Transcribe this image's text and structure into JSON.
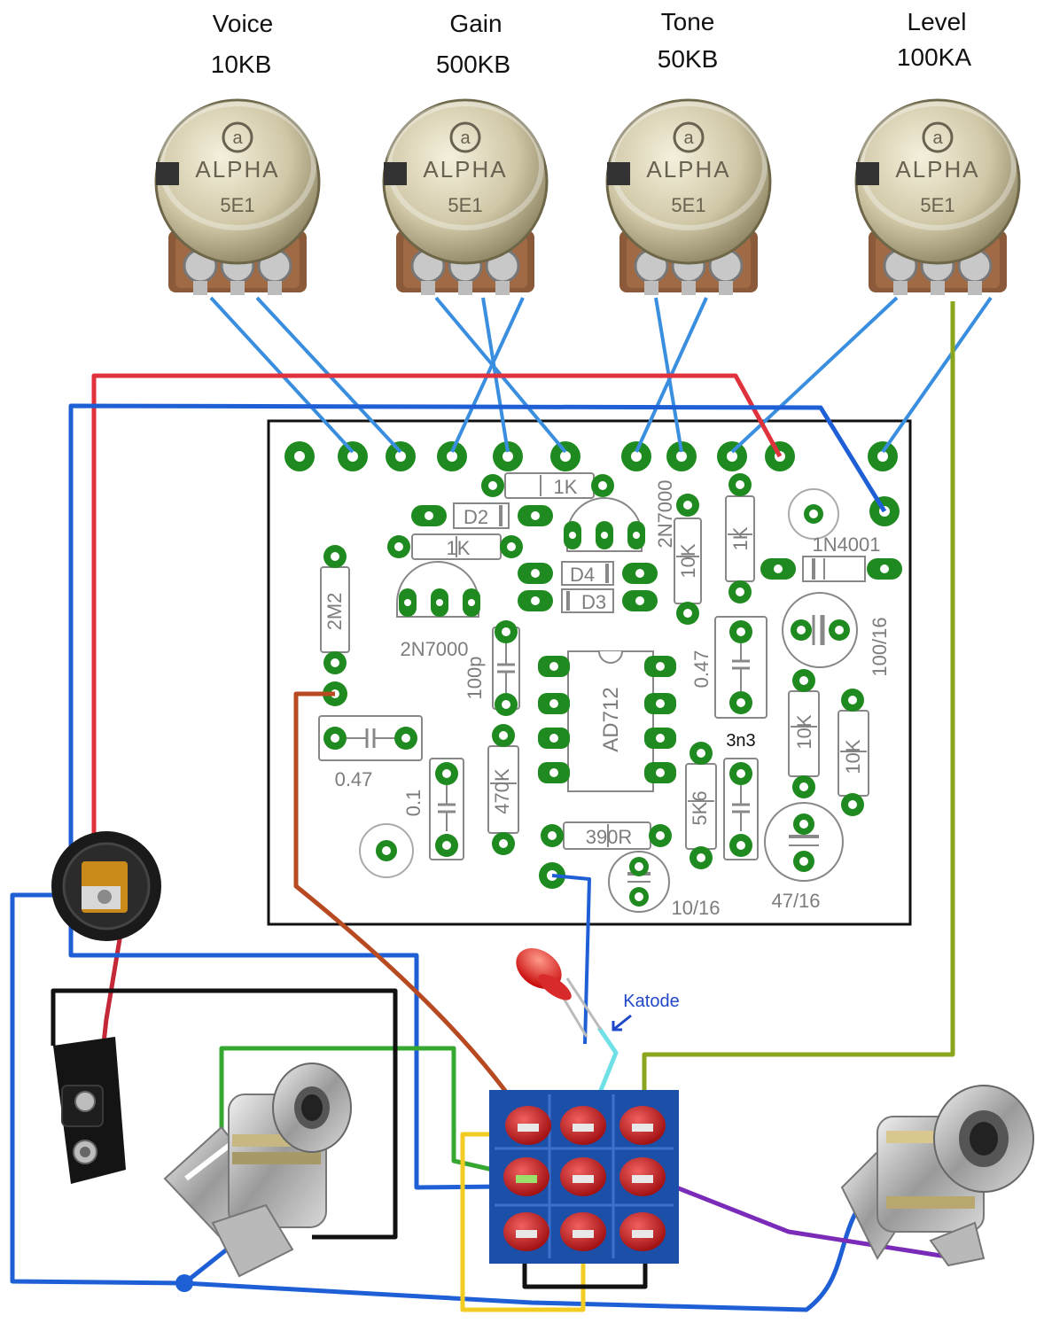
{
  "pots": [
    {
      "name": "Voice",
      "value": "10KB",
      "logo": "ALPHA",
      "code": "5E1"
    },
    {
      "name": "Gain",
      "value": "500KB",
      "logo": "ALPHA",
      "code": "5E1"
    },
    {
      "name": "Tone",
      "value": "50KB",
      "logo": "ALPHA",
      "code": "5E1"
    },
    {
      "name": "Level",
      "value": "100KA",
      "logo": "ALPHA",
      "code": "5E1"
    }
  ],
  "pcb": {
    "resistors": [
      "1K",
      "1K",
      "10K",
      "1K",
      "2M2",
      "10K",
      "10K",
      "470K",
      "5K6",
      "390R"
    ],
    "diodes": [
      "D2",
      "D4",
      "D3",
      "1N4001"
    ],
    "transistors": [
      "2N7000",
      "2N7000"
    ],
    "ic": "AD712",
    "capacitors": [
      "100p",
      "0.47",
      "0.47",
      "3n3",
      "0.1",
      "100/16",
      "47/16",
      "10/16"
    ]
  },
  "annotations": {
    "katode": "Katode"
  },
  "colors": {
    "red_wire": "#e0323c",
    "blue_wire": "#1f5fd6",
    "pot_wire": "#3a8ee0",
    "olive_wire": "#8aa61e",
    "brown_wire": "#b84a22",
    "green_wire": "#36a832",
    "yellow_wire": "#f2cc22",
    "purple_wire": "#7a2bb8",
    "black_wire": "#111111",
    "cyan_wire": "#6fe0e6",
    "pcb_pad": "#1f8a1f",
    "switch_base": "#1b4fa8",
    "switch_lug": "#c81e1e"
  }
}
